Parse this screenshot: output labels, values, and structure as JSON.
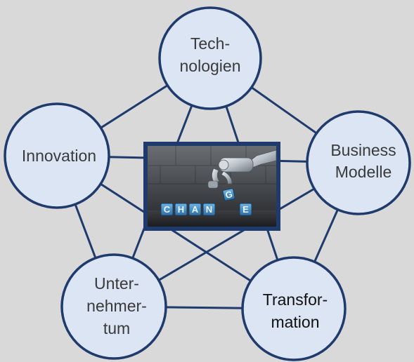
{
  "diagram": {
    "nodes": {
      "top": [
        "Tech-",
        "nologien"
      ],
      "left": [
        "Innovation"
      ],
      "right": [
        "Business",
        "Modelle"
      ],
      "bottom_left": [
        "Unter-",
        "nehmer-",
        "tum"
      ],
      "bottom_right": [
        "Transfor-",
        "mation"
      ]
    },
    "center_image": {
      "cube_letters": [
        "C",
        "H",
        "A",
        "N",
        "G",
        "E"
      ]
    },
    "colors": {
      "background": "#d9d9d9",
      "circle_fill": "#dce5f3",
      "line": "#1f3a6d",
      "frame": "#1f3a6d"
    }
  }
}
